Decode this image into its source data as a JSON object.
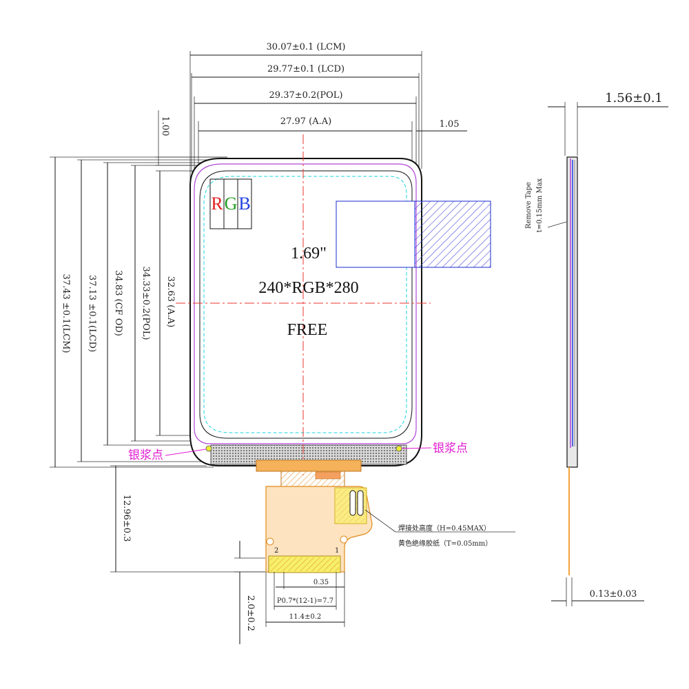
{
  "dimensions_top": {
    "lcm_width": "30.07±0.1 (LCM)",
    "lcd_width": "29.77±0.1 (LCD)",
    "pol_width": "29.37±0.2(POL)",
    "aa_width": "27.97 (A.A)",
    "right_offset": "1.05",
    "top_offset": "1.00"
  },
  "dimensions_left": {
    "lcm_height": "37.43 ±0.1(LCM)",
    "lcd_height": "37.13 ±0.1(LCD)",
    "cf_height": "34.83 (CF OD)",
    "pol_height": "34.33±0.2(POL)",
    "aa_height": "32.63 (A.A)",
    "fpc_length": "12.96±0.3",
    "connector_height": "2.0±0.2"
  },
  "screen": {
    "rgb_r": "R",
    "rgb_g": "G",
    "rgb_b": "B",
    "size": "1.69\"",
    "resolution": "240*RGB*280",
    "mode": "FREE"
  },
  "annotations": {
    "silver_paste_left": "银浆点",
    "silver_paste_right": "银浆点",
    "solder_height": "焊接处高度（H=0.45MAX）",
    "insulating_tape": "黄色绝缘胶纸（T=0.05mm）",
    "remove_tape": "Remove Tape",
    "tape_thickness": "t=0.15mm Max"
  },
  "connector": {
    "pin_2": "2",
    "pin_1": "1",
    "pitch": "0.35",
    "pin_span": "P0.7*(12-1)=7.7",
    "width": "11.4±0.2"
  },
  "side_view": {
    "thickness": "1.56±0.1",
    "fpc_thickness": "0.13±0.03"
  },
  "colors": {
    "outline": "#111111",
    "center_line": "#e8332e",
    "inner_dashed": "#19d6e0",
    "purple_outline": "#b045d6",
    "fpc_orange": "#f5b25a",
    "annotation_magenta": "#e01bd0",
    "stiffener_yellow": "#f7ef6a"
  }
}
